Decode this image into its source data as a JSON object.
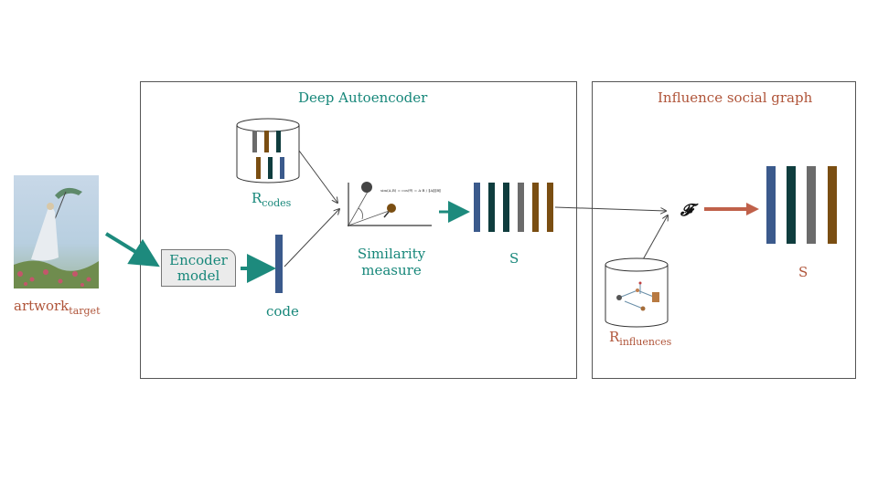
{
  "panels": {
    "autoencoder_title": "Deep Autoencoder",
    "graph_title": "Influence social graph"
  },
  "labels": {
    "artwork_main": "artwork",
    "artwork_sub": "target",
    "encoder": "Encoder model",
    "code": "code",
    "rcodes_main": "R",
    "rcodes_sub": "codes",
    "similarity": "Similarity measure",
    "s1": "S",
    "s2": "S",
    "rinfl_main": "R",
    "rinfl_sub": "influences",
    "f_symbol": "𝓕",
    "formula": "sim(A,B) = cos(θ) = A·B / ‖A‖‖B‖"
  },
  "colors": {
    "teal": "#17877a",
    "rust": "#b0553a",
    "blue_bar": "#3b5a8c",
    "dark_teal_bar": "#0f3d3e",
    "gray_bar": "#6b6b6b",
    "brown_bar": "#7a4e12",
    "arrow_teal": "#1d8a7d",
    "arrow_rust": "#c0614a"
  }
}
